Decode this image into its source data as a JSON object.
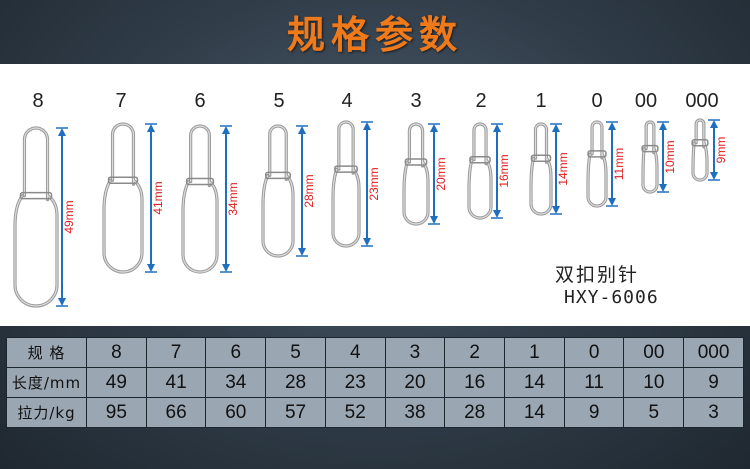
{
  "header": {
    "title": "规格参数"
  },
  "product": {
    "name": "双扣别针",
    "code": "HXY-6006"
  },
  "sizes": [
    "8",
    "7",
    "6",
    "5",
    "4",
    "3",
    "2",
    "1",
    "0",
    "00",
    "000"
  ],
  "lengths": [
    "49mm",
    "41mm",
    "34mm",
    "28mm",
    "23mm",
    "20mm",
    "16mm",
    "14mm",
    "11mm",
    "10mm",
    "9mm"
  ],
  "table": {
    "rows": [
      {
        "label": "规 格",
        "cells": [
          "8",
          "7",
          "6",
          "5",
          "4",
          "3",
          "2",
          "1",
          "0",
          "00",
          "000"
        ]
      },
      {
        "label": "长度/mm",
        "cells": [
          "49",
          "41",
          "34",
          "28",
          "23",
          "20",
          "16",
          "14",
          "11",
          "10",
          "9"
        ]
      },
      {
        "label": "拉力/kg",
        "cells": [
          "95",
          "66",
          "60",
          "57",
          "52",
          "38",
          "28",
          "14",
          "9",
          "5",
          "3"
        ]
      }
    ]
  },
  "colors": {
    "title": "#f07a1a",
    "dimension_arrow": "#1f6fc0",
    "dimension_text": "#e02020",
    "table_cell": "#9aa6b2"
  }
}
